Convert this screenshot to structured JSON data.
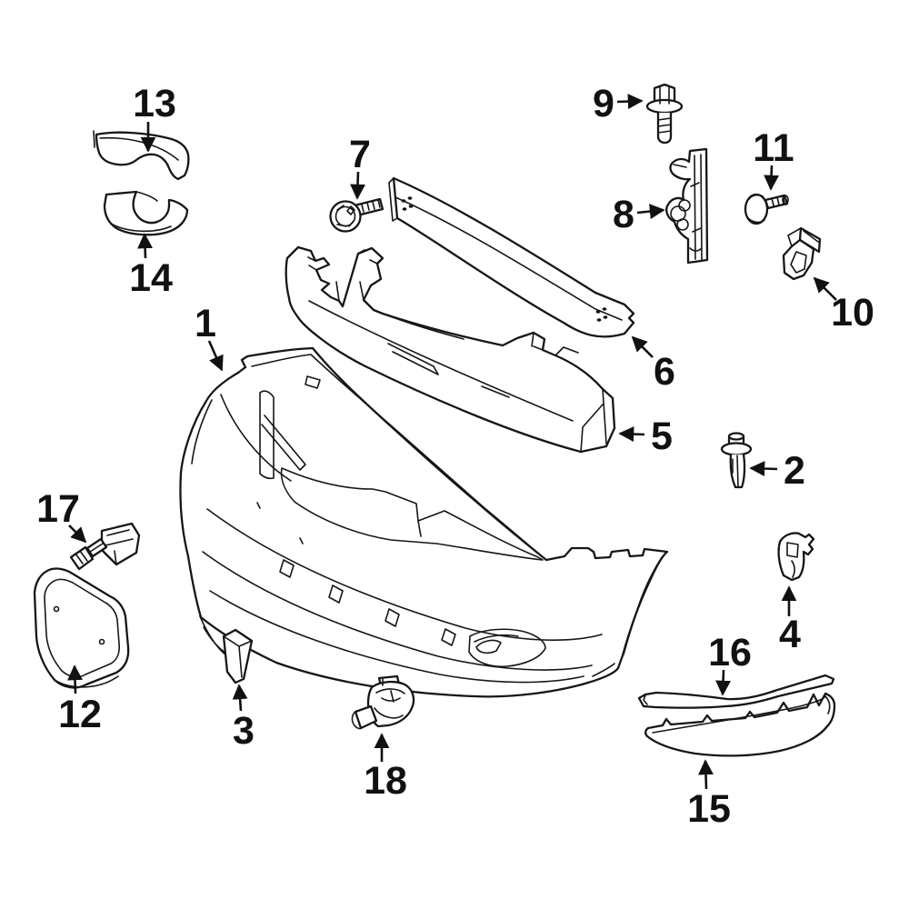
{
  "diagram": {
    "background": "#ffffff",
    "line_color": "#161616",
    "highlight_color": "#3c67c0",
    "highlighted_callout": "13",
    "callouts": [
      {
        "number": "1"
      },
      {
        "number": "2"
      },
      {
        "number": "3"
      },
      {
        "number": "4"
      },
      {
        "number": "5"
      },
      {
        "number": "6"
      },
      {
        "number": "7"
      },
      {
        "number": "8"
      },
      {
        "number": "9"
      },
      {
        "number": "10"
      },
      {
        "number": "11"
      },
      {
        "number": "12"
      },
      {
        "number": "13"
      },
      {
        "number": "14"
      },
      {
        "number": "15"
      },
      {
        "number": "16"
      },
      {
        "number": "17"
      },
      {
        "number": "18"
      }
    ]
  }
}
